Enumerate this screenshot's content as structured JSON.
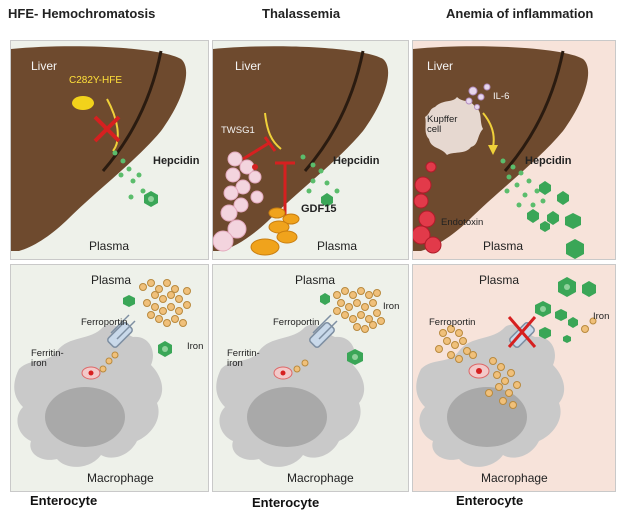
{
  "columns": [
    {
      "title": "HFE- Hemochromatosis",
      "top": {
        "liver": "Liver",
        "mutation": "C282Y-HFE",
        "hepcidin": "Hepcidin",
        "plasma": "Plasma"
      },
      "bottom": {
        "plasma": "Plasma",
        "ferroportin": "Ferroportin",
        "ferritin": "Ferritin-\niron",
        "iron": "Iron",
        "macrophage": "Macrophage"
      },
      "caption": "Enterocyte"
    },
    {
      "title": "Thalassemia",
      "top": {
        "liver": "Liver",
        "twsg": "TWSG1",
        "gdf": "GDF15",
        "hepcidin": "Hepcidin",
        "plasma": "Plasma"
      },
      "bottom": {
        "plasma": "Plasma",
        "ferroportin": "Ferroportin",
        "ferritin": "Ferritin-\niron",
        "iron": "Iron",
        "macrophage": "Macrophage"
      },
      "caption": "Enterocyte"
    },
    {
      "title": "Anemia of inflammation",
      "top": {
        "liver": "Liver",
        "il6": "IL-6",
        "kupffer": "Kupffer\ncell",
        "hepcidin": "Hepcidin",
        "endotoxin": "Endotoxin",
        "plasma": "Plasma"
      },
      "bottom": {
        "plasma": "Plasma",
        "ferroportin": "Ferroportin",
        "iron": "Iron",
        "macrophage": "Macrophage"
      },
      "caption": "Enterocyte"
    }
  ],
  "colors": {
    "panel_bg": "#eef1ea",
    "inflammation_bg": "#f7e3da",
    "liver": "#6e4a2e",
    "hepcidin": "#3aa657",
    "iron": "#e8a85a",
    "inhibit": "#d62020",
    "ferroportin": "#c9d9ea"
  }
}
